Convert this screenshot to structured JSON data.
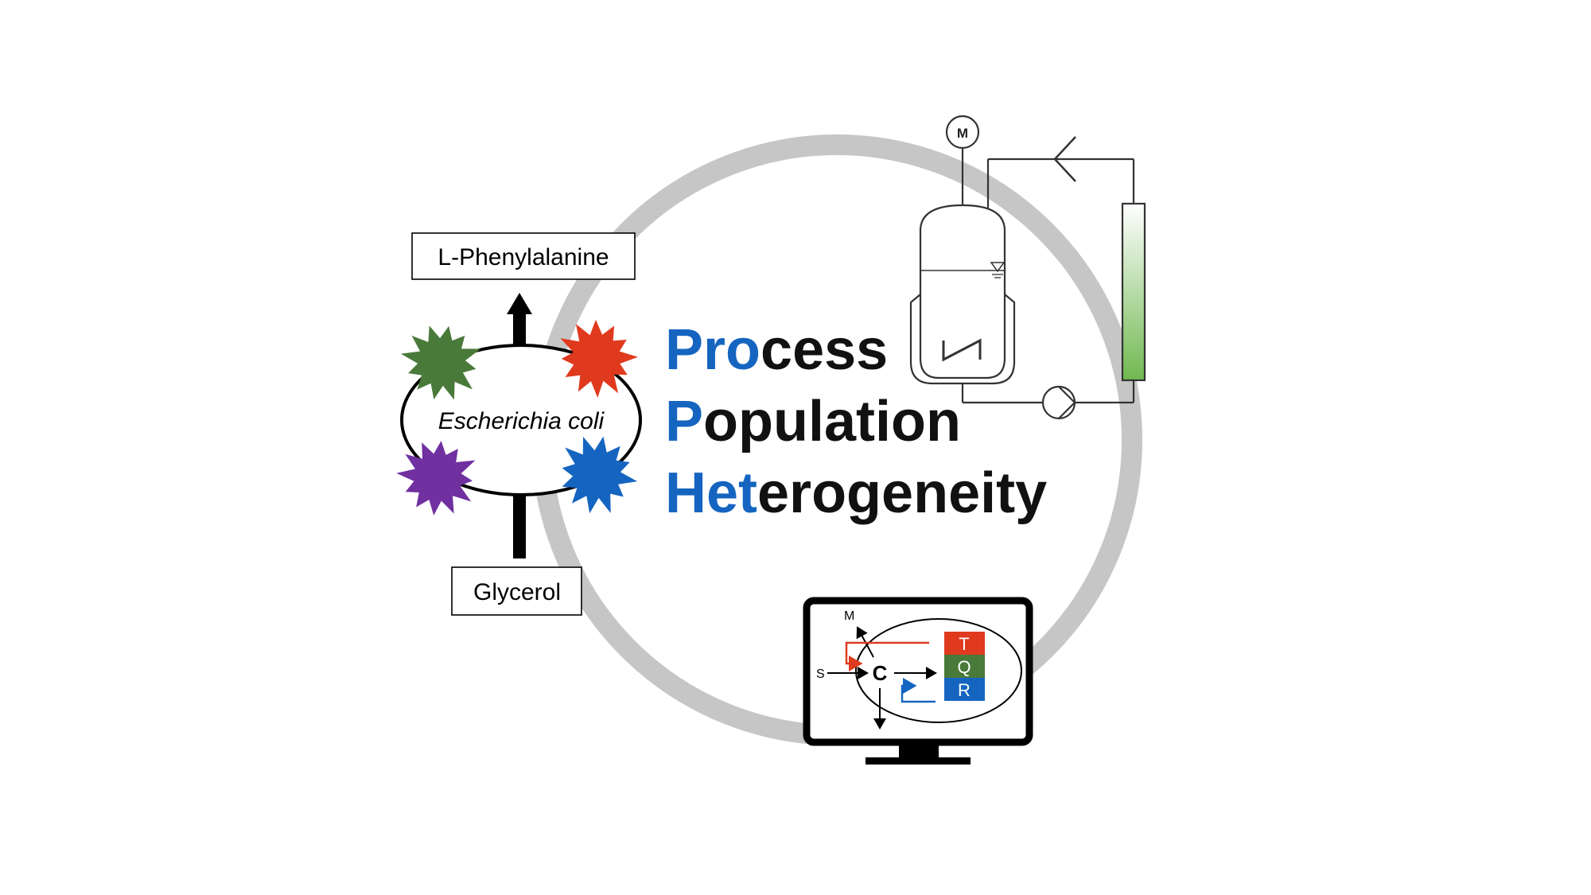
{
  "labels": {
    "product": "L-Phenylalanine",
    "substrate": "Glycerol",
    "organism": "Escherichia coli",
    "motor": "M"
  },
  "title_lines": [
    {
      "highlight": "Pro",
      "rest": "cess"
    },
    {
      "highlight": "P",
      "rest": "opulation"
    },
    {
      "highlight": "Het",
      "rest": "erogeneity"
    }
  ],
  "model": {
    "center": "C",
    "input": "S",
    "output": "M",
    "states": [
      "T",
      "Q",
      "R"
    ]
  },
  "colors": {
    "title_highlight": "#1565c0",
    "title_rest": "#111111",
    "ring": "#c6c6c6",
    "burst_green": "#4a7a3a",
    "burst_red": "#e03a1e",
    "burst_purple": "#7030a0",
    "burst_blue": "#1565c0",
    "state_T": "#e03a1e",
    "state_Q": "#4a7a3a",
    "state_R": "#1565c0",
    "feedback_red": "#e03a1e",
    "feedback_blue": "#1565c0",
    "column_fill": "#70b850"
  }
}
